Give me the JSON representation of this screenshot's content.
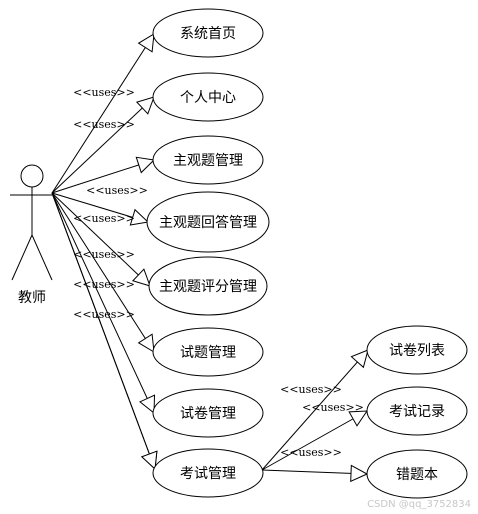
{
  "actor": {
    "name": "教师"
  },
  "use_cases": [
    {
      "id": "home",
      "label": "系统首页"
    },
    {
      "id": "personal",
      "label": "个人中心"
    },
    {
      "id": "subjective_q",
      "label": "主观题管理"
    },
    {
      "id": "subjective_ans",
      "label": "主观题回答管理"
    },
    {
      "id": "subjective_score",
      "label": "主观题评分管理"
    },
    {
      "id": "question",
      "label": "试题管理"
    },
    {
      "id": "paper",
      "label": "试卷管理"
    },
    {
      "id": "exam",
      "label": "考试管理"
    },
    {
      "id": "paper_list",
      "label": "试卷列表"
    },
    {
      "id": "exam_record",
      "label": "考试记录"
    },
    {
      "id": "wrong_book",
      "label": "错题本"
    }
  ],
  "relations": [
    {
      "from": "actor",
      "to": "home",
      "label": ""
    },
    {
      "from": "actor",
      "to": "personal",
      "label": "<<uses>>"
    },
    {
      "from": "actor",
      "to": "subjective_q",
      "label": "<<uses>>"
    },
    {
      "from": "actor",
      "to": "subjective_ans",
      "label": "<<uses>>"
    },
    {
      "from": "actor",
      "to": "subjective_score",
      "label": "<<uses>>"
    },
    {
      "from": "actor",
      "to": "question",
      "label": "<<uses>>"
    },
    {
      "from": "actor",
      "to": "paper",
      "label": "<<uses>>"
    },
    {
      "from": "actor",
      "to": "exam",
      "label": "<<uses>>"
    },
    {
      "from": "actor",
      "to": "exam",
      "label": "<<uses>>"
    },
    {
      "from": "exam",
      "to": "paper_list",
      "label": "<<uses>>"
    },
    {
      "from": "exam",
      "to": "exam_record",
      "label": "<<uses>>"
    },
    {
      "from": "exam",
      "to": "wrong_book",
      "label": "<<uses>>"
    }
  ],
  "watermark": "CSDN @qq_3752834"
}
